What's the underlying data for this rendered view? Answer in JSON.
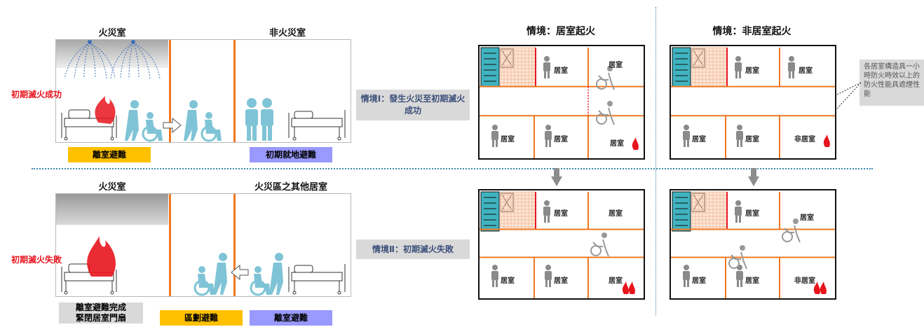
{
  "top": {
    "fire_room": "火災室",
    "non_fire_room": "非火災室",
    "status": "初期滅火成功",
    "tag_left": "離室避難",
    "tag_right": "初期就地避難"
  },
  "bottom": {
    "fire_room": "火災室",
    "other_rooms": "火災區之其他居室",
    "status": "初期滅火失敗",
    "left_caption_1": "離室避難完成",
    "left_caption_2": "緊閉居室門扇",
    "tag_mid": "區劃避難",
    "tag_right": "離室避難"
  },
  "scenario_1": "情境Ⅰ：發生火災至初期滅火成功",
  "scenario_2": "情境Ⅱ：初期滅火失敗",
  "plan_title_1": "情境：居室起火",
  "plan_title_2": "情境：非居室起火",
  "plan_labels": {
    "room": "居室",
    "non_room": "非居室"
  },
  "note": "各居室構造具一小時防火時效以上的防火性能具遮煙性能",
  "colors": {
    "orange_tag": "#ffc000",
    "purple_tag": "#9999ff",
    "wall_orange": "#f07820",
    "fire_red": "#e8141d",
    "person_blue": "#7fc4d6",
    "scenario_grey": "#d9d9d9"
  }
}
